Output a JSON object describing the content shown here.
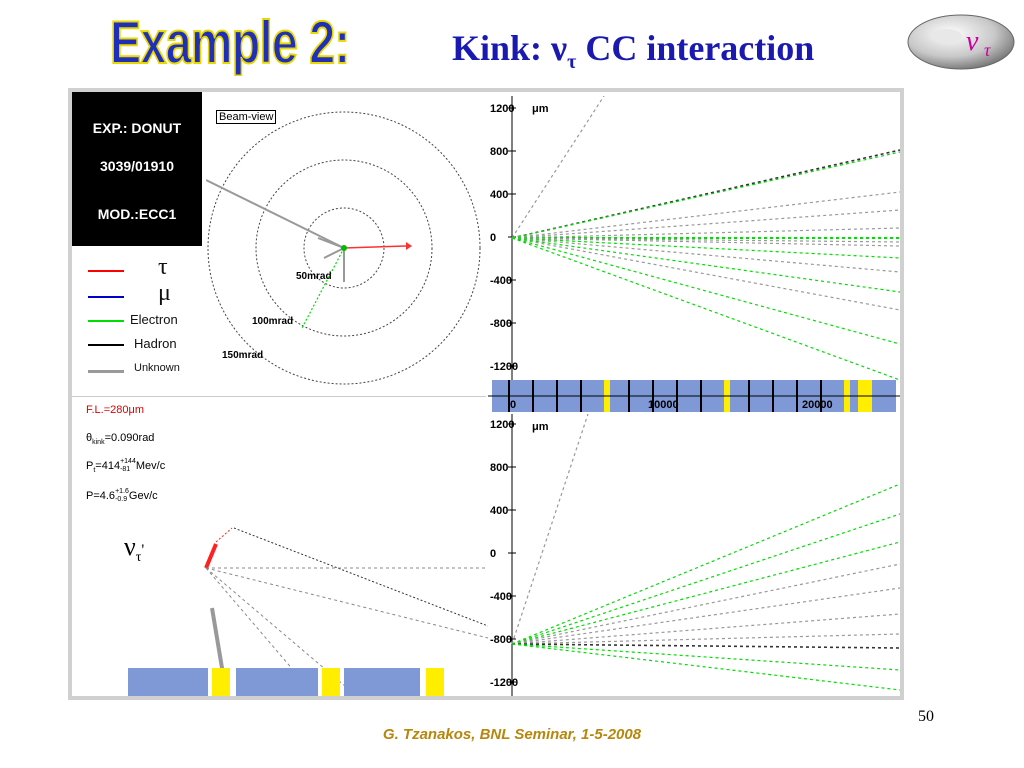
{
  "header": {
    "example_label": "Example 2:",
    "kink_prefix": "Kink: ν",
    "kink_sub": "τ",
    "kink_suffix": " CC interaction",
    "logo_symbol": "ν",
    "logo_sub": "τ"
  },
  "info_box": {
    "experiment": "EXP.: DONUT",
    "event": "3039/01910",
    "module": "MOD.:ECC1"
  },
  "legend": [
    {
      "symbol": "τ",
      "color": "#ff0000"
    },
    {
      "symbol": "μ",
      "color": "#0000cc"
    },
    {
      "label": "Electron",
      "color": "#00dd00"
    },
    {
      "label": "Hadron",
      "color": "#000000"
    },
    {
      "label": "Unknown",
      "color": "#999999"
    }
  ],
  "beam_view": {
    "label": "Beam-view",
    "rings": [
      "50mrad",
      "100mrad",
      "150mrad"
    ]
  },
  "measurements": {
    "flight_length": "F.L.=280μm",
    "theta_prefix": "θ",
    "theta_sub": "kink",
    "theta_value": "=0.090rad",
    "pt_prefix": "P",
    "pt_sub": "t",
    "pt_value": "=414",
    "pt_up": "+144",
    "pt_down": "-81",
    "pt_unit": "Mev/c",
    "p_prefix": "P=4.6",
    "p_up": "+1.6",
    "p_down": "-0.9",
    "p_unit": "Gev/c",
    "nu_label": "ν",
    "nu_sub": "τ",
    "nu_prime": "'"
  },
  "top_plot": {
    "unit": "μm",
    "y_ticks": [
      "1200",
      "800",
      "400",
      "0",
      "-400",
      "-800",
      "-1200"
    ],
    "x_ticks": [
      "0",
      "10000",
      "20000"
    ]
  },
  "bottom_plot": {
    "unit": "μm",
    "y_ticks": [
      "1200",
      "800",
      "400",
      "0",
      "-400",
      "-800",
      "-1200"
    ]
  },
  "footer": "G. Tzanakos, BNL Seminar, 1-5-2008",
  "page_number": "50"
}
